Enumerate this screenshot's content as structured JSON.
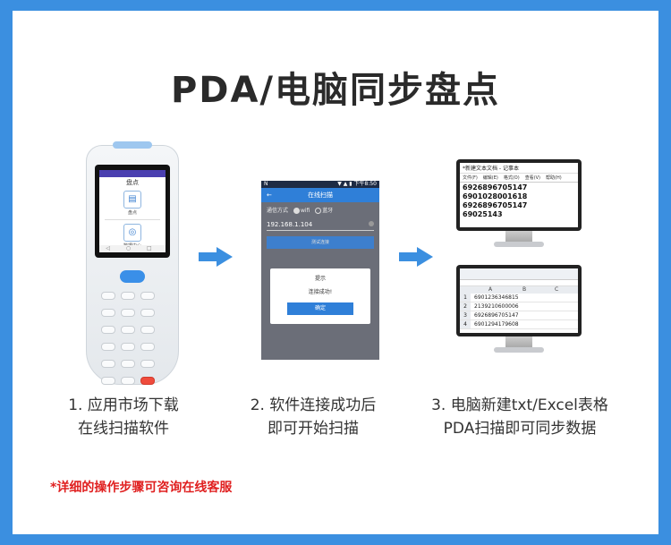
{
  "title": "PDA/电脑同步盘点",
  "pda": {
    "app_title": "盘点",
    "item1": "盘点",
    "item2": "数据中心",
    "nav": "◁ ○ □"
  },
  "phone": {
    "status_left": "N",
    "status_right": "▼ ▲ ▮ 下午8:50",
    "header": "在线扫描",
    "back": "←",
    "comm_label": "通信方式",
    "wifi": "wifi",
    "bluetooth": "蓝牙",
    "ip": "192.168.1.104",
    "test_button": "测试连接",
    "dialog_title": "提示",
    "dialog_message": "连接成功!",
    "dialog_ok": "确定"
  },
  "notepad": {
    "title": "*新建文本文档 - 记事本",
    "menu": [
      "文件(F)",
      "编辑(E)",
      "格式(O)",
      "查看(V)",
      "帮助(H)"
    ],
    "lines": [
      "6926896705147",
      "6901028001618",
      "6926896705147",
      "69025143"
    ]
  },
  "excel": {
    "columns": [
      "A",
      "B",
      "C"
    ],
    "rows": [
      {
        "n": "1",
        "v": "6901236346815"
      },
      {
        "n": "2",
        "v": "2139210600006"
      },
      {
        "n": "3",
        "v": "6926896705147"
      },
      {
        "n": "4",
        "v": "6901294179608"
      }
    ]
  },
  "captions": {
    "step1_line1": "1. 应用市场下载",
    "step1_line2": "在线扫描软件",
    "step2_line1": "2. 软件连接成功后",
    "step2_line2": "即可开始扫描",
    "step3_line1": "3. 电脑新建txt/Excel表格",
    "step3_line2": "PDA扫描即可同步数据"
  },
  "note": "*详细的操作步骤可咨询在线客服",
  "colors": {
    "accent": "#3b8fe0",
    "note": "#e02020"
  }
}
